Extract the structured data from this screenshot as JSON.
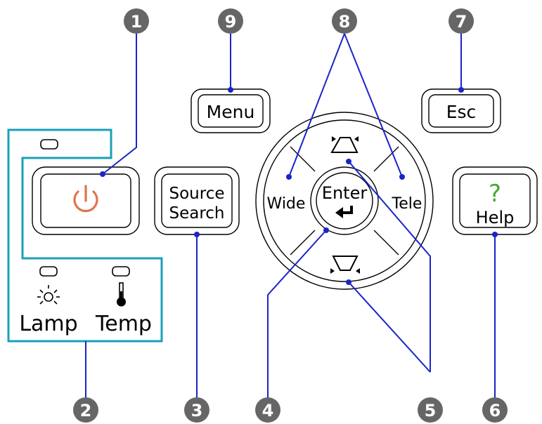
{
  "buttons": {
    "menu": "Menu",
    "esc": "Esc",
    "source_line1": "Source",
    "source_line2": "Search",
    "enter": "Enter",
    "wide": "Wide",
    "tele": "Tele",
    "help_symbol": "?",
    "help": "Help"
  },
  "indicators": {
    "lamp": "Lamp",
    "temp": "Temp"
  },
  "callouts": [
    "1",
    "2",
    "3",
    "4",
    "5",
    "6",
    "7",
    "8",
    "9"
  ],
  "colors": {
    "leader_lines": "#1a24c8",
    "indicator_frame": "#1aa0b8",
    "power_icon": "#e0744e",
    "help_icon": "#4aa832",
    "callout_fill": "#666666"
  },
  "icons": {
    "power": "power-icon",
    "enter_arrow": "enter-arrow-icon",
    "keystone_up": "keystone-top-icon",
    "keystone_down": "keystone-bottom-icon",
    "lamp": "lamp-icon",
    "temp": "thermometer-icon"
  }
}
